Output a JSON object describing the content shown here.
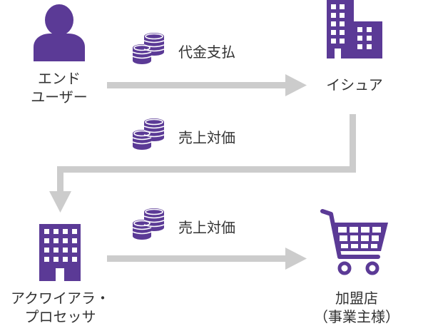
{
  "diagram": {
    "nodes": {
      "end_user": {
        "lines": [
          "エンド",
          "ユーザー"
        ],
        "icon": "person-icon"
      },
      "issuer": {
        "lines": [
          "イシュア"
        ],
        "icon": "building-icon"
      },
      "acquirer": {
        "lines": [
          "アクワイアラ・",
          "プロセッサ"
        ],
        "icon": "office-building-icon"
      },
      "merchant": {
        "lines": [
          "加盟店",
          "（事業主様）"
        ],
        "icon": "shopping-cart-icon"
      }
    },
    "flows": [
      {
        "from": "end_user",
        "to": "issuer",
        "label": "代金支払",
        "icon": "coins-icon"
      },
      {
        "from": "issuer",
        "to": "acquirer",
        "label": "売上対価",
        "icon": "coins-icon"
      },
      {
        "from": "acquirer",
        "to": "merchant",
        "label": "売上対価",
        "icon": "coins-icon"
      }
    ]
  },
  "colors": {
    "icon": "#5b3a96",
    "arrow": "#cccccc",
    "text": "#333333"
  }
}
